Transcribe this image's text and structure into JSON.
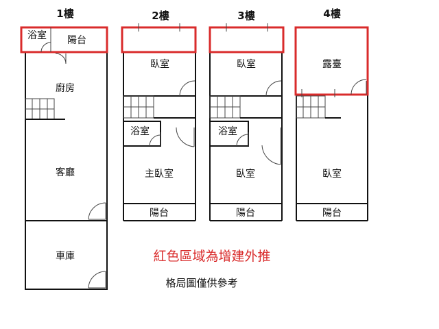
{
  "colors": {
    "highlight": "#d92b2b",
    "wall": "#111111"
  },
  "floors": {
    "f1": {
      "label": "1樓",
      "rooms": {
        "bath": "浴室",
        "balcony": "陽台",
        "kitchen": "廚房",
        "living": "客廳",
        "garage": "車庫"
      }
    },
    "f2": {
      "label": "2樓",
      "rooms": {
        "bedroom": "臥室",
        "bath": "浴室",
        "master": "主臥室",
        "balcony": "陽台"
      }
    },
    "f3": {
      "label": "3樓",
      "rooms": {
        "bedroom1": "臥室",
        "bath": "浴室",
        "bedroom2": "臥室",
        "balcony": "陽台"
      }
    },
    "f4": {
      "label": "4樓",
      "rooms": {
        "terrace": "露臺",
        "bedroom": "臥室",
        "balcony": "陽台"
      }
    }
  },
  "notes": {
    "red_note": "紅色區域為增建外推",
    "disclaimer": "格局圖僅供參考"
  }
}
